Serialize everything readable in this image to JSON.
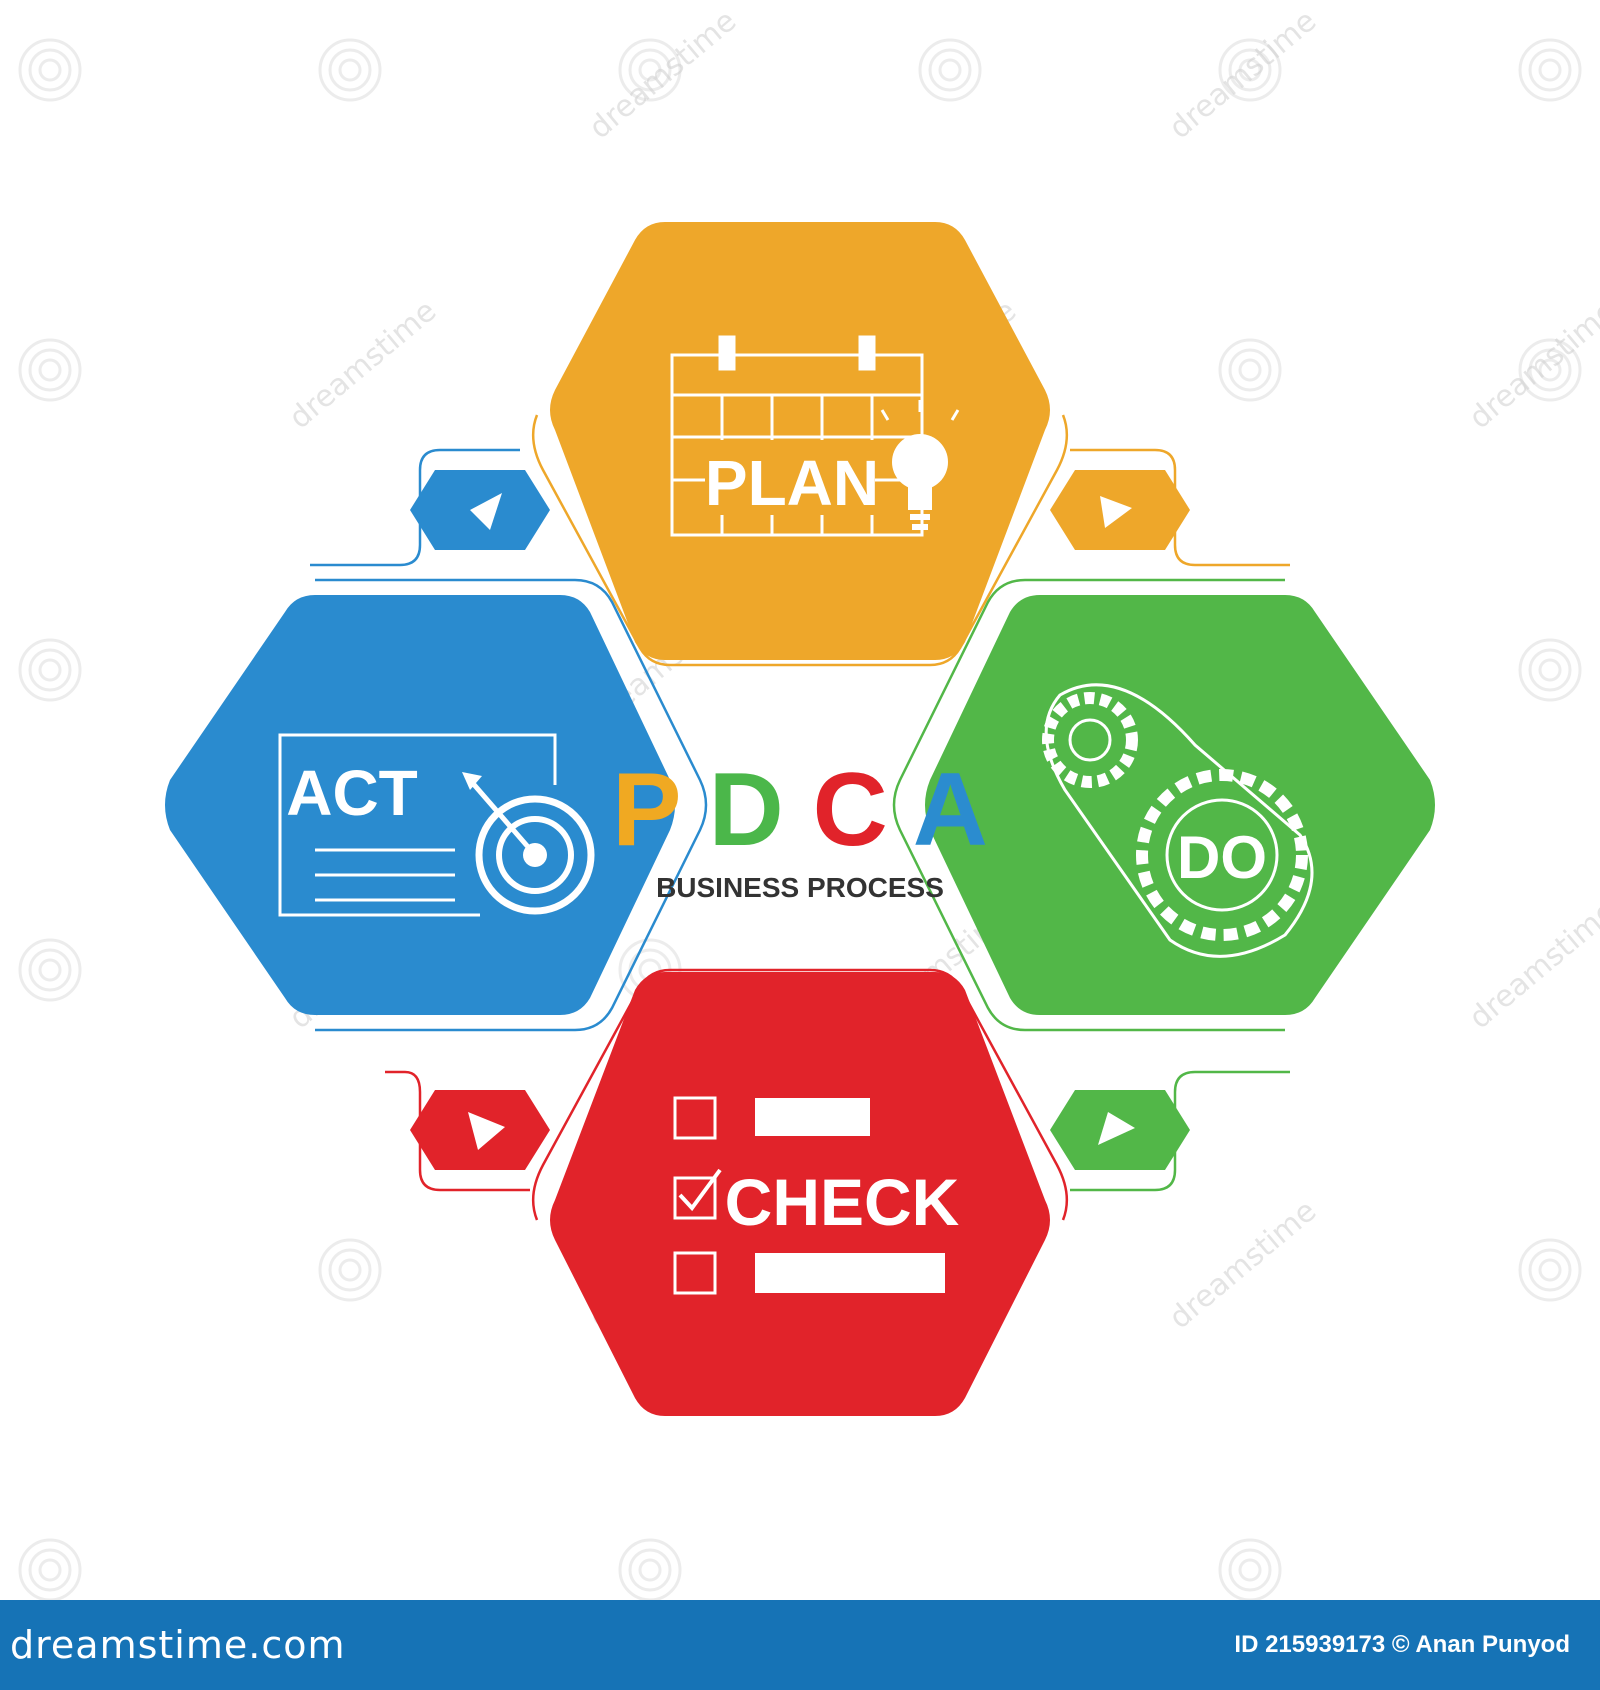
{
  "center": {
    "letters": [
      {
        "text": "P",
        "color": "#f0a922"
      },
      {
        "text": "D",
        "color": "#4bb74a"
      },
      {
        "text": "C",
        "color": "#e1232a"
      },
      {
        "text": "A",
        "color": "#2b8ccf"
      }
    ],
    "subtitle": "BUSINESS PROCESS"
  },
  "steps": {
    "plan": {
      "label": "PLAN",
      "color": "#eea72a",
      "icon": "calendar-lightbulb-icon"
    },
    "do": {
      "label": "DO",
      "color": "#52b748",
      "icon": "gears-chain-icon"
    },
    "check": {
      "label": "CHECK",
      "color": "#e1232a",
      "icon": "checklist-icon"
    },
    "act": {
      "label": "ACT",
      "color": "#2a8bcf",
      "icon": "target-document-icon"
    }
  },
  "watermark": {
    "text": "dreamstime"
  },
  "footer": {
    "site": "dreamstime.com",
    "credit": "ID 215939173 © Anan Punyod"
  }
}
